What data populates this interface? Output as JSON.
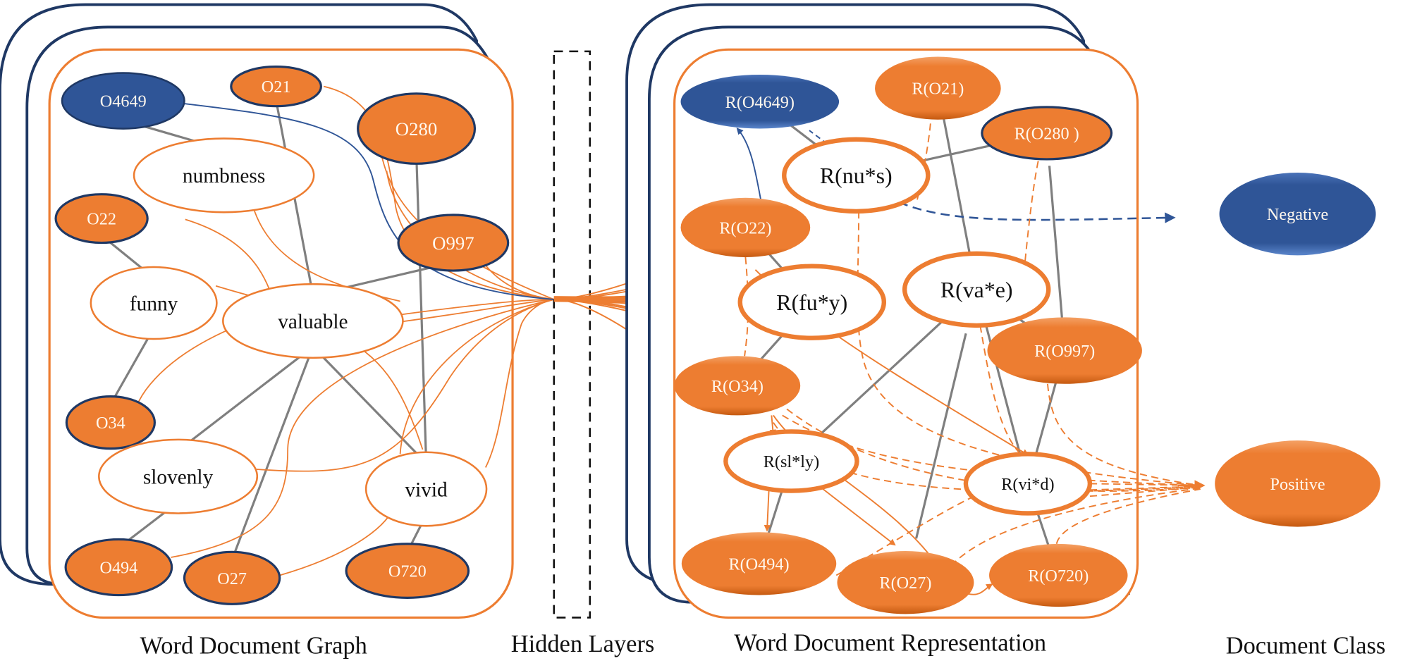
{
  "colors": {
    "orange": "#ED7D31",
    "orange_dark": "#C55A11",
    "blue": "#2F5597",
    "navy": "#1F3864",
    "gray_edge": "#7F7F7F",
    "black": "#111111"
  },
  "captions": {
    "word_document_graph": "Word Document Graph",
    "hidden_layers": "Hidden Layers",
    "word_document_representation": "Word Document Representation",
    "document_class": "Document Class"
  },
  "graph": {
    "nodes": [
      {
        "id": "O4649",
        "label": "O4649",
        "kind": "entity-negative"
      },
      {
        "id": "O21",
        "label": "O21",
        "kind": "entity"
      },
      {
        "id": "O280",
        "label": "O280",
        "kind": "entity"
      },
      {
        "id": "numbness",
        "label": "numbness",
        "kind": "word"
      },
      {
        "id": "O22",
        "label": "O22",
        "kind": "entity"
      },
      {
        "id": "O997",
        "label": "O997",
        "kind": "entity"
      },
      {
        "id": "funny",
        "label": "funny",
        "kind": "word"
      },
      {
        "id": "valuable",
        "label": "valuable",
        "kind": "word"
      },
      {
        "id": "O34",
        "label": "O34",
        "kind": "entity"
      },
      {
        "id": "slovenly",
        "label": "slovenly",
        "kind": "word"
      },
      {
        "id": "vivid",
        "label": "vivid",
        "kind": "word"
      },
      {
        "id": "O494",
        "label": "O494",
        "kind": "entity"
      },
      {
        "id": "O27",
        "label": "O27",
        "kind": "entity"
      },
      {
        "id": "O720",
        "label": "O720",
        "kind": "entity"
      }
    ]
  },
  "representation": {
    "nodes": [
      {
        "id": "R_O4649",
        "label": "R(O4649)",
        "kind": "entity-negative"
      },
      {
        "id": "R_O21",
        "label": "R(O21)",
        "kind": "entity"
      },
      {
        "id": "R_O280",
        "label": "R(O280 )",
        "kind": "entity-outlined"
      },
      {
        "id": "R_nus",
        "label": "R(nu*s)",
        "kind": "word"
      },
      {
        "id": "R_O22",
        "label": "R(O22)",
        "kind": "entity"
      },
      {
        "id": "R_fuy",
        "label": "R(fu*y)",
        "kind": "word"
      },
      {
        "id": "R_vae",
        "label": "R(va*e)",
        "kind": "word"
      },
      {
        "id": "R_O997",
        "label": "R(O997)",
        "kind": "entity"
      },
      {
        "id": "R_O34",
        "label": "R(O34)",
        "kind": "entity"
      },
      {
        "id": "R_slly",
        "label": "R(sl*ly)",
        "kind": "word"
      },
      {
        "id": "R_vid",
        "label": "R(vi*d)",
        "kind": "word"
      },
      {
        "id": "R_O494",
        "label": "R(O494)",
        "kind": "entity"
      },
      {
        "id": "R_O27",
        "label": "R(O27)",
        "kind": "entity"
      },
      {
        "id": "R_O720",
        "label": "R(O720)",
        "kind": "entity"
      }
    ]
  },
  "classes": [
    {
      "id": "negative",
      "label": "Negative"
    },
    {
      "id": "positive",
      "label": "Positive"
    }
  ]
}
